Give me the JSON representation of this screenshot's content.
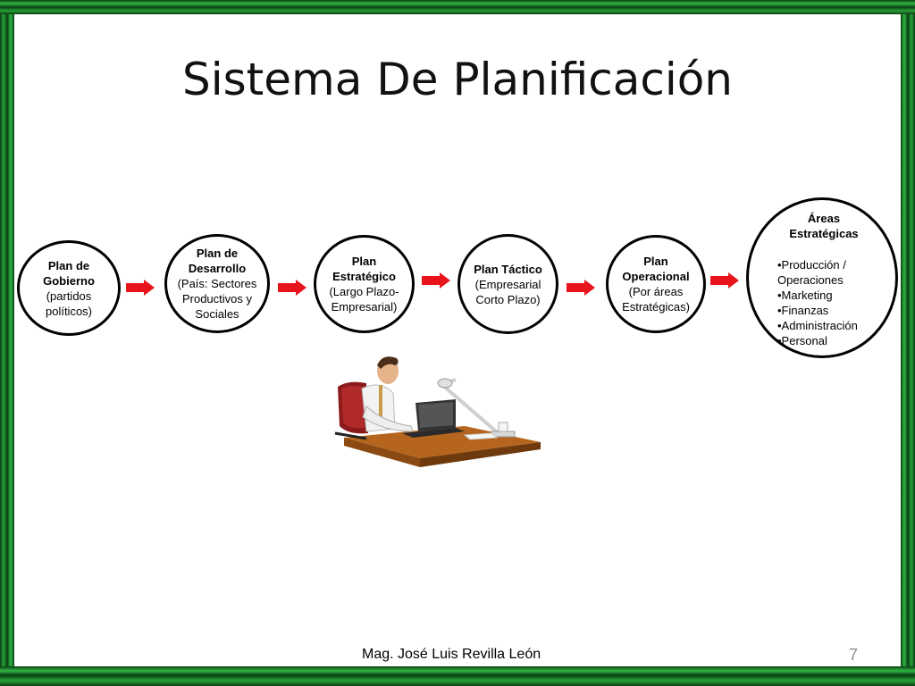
{
  "slide": {
    "title": "Sistema De Planificación",
    "footer": "Mag. José Luis Revilla León",
    "page_number": "7"
  },
  "diagram": {
    "nodes": [
      {
        "head": "Plan de\nGobierno",
        "sub": "(partidos\npolíticos)"
      },
      {
        "head": "Plan de\nDesarrollo",
        "sub": "(País: Sectores\nProductivos y\nSociales"
      },
      {
        "head": "Plan\nEstratégico",
        "sub": "(Largo  Plazo-\nEmpresarial)"
      },
      {
        "head": "Plan Táctico",
        "sub": "(Empresarial\nCorto Plazo)"
      },
      {
        "head": "Plan\nOperacional",
        "sub": "(Por áreas\nEstratégicas)"
      }
    ],
    "areas": {
      "head": "Áreas\nEstratégicas",
      "items": [
        "•Producción /",
        "Operaciones",
        "•Marketing",
        "•Finanzas",
        "•Administración",
        "•Personal"
      ]
    },
    "arrow_color": "#e8141b",
    "border_color": "#000000"
  }
}
